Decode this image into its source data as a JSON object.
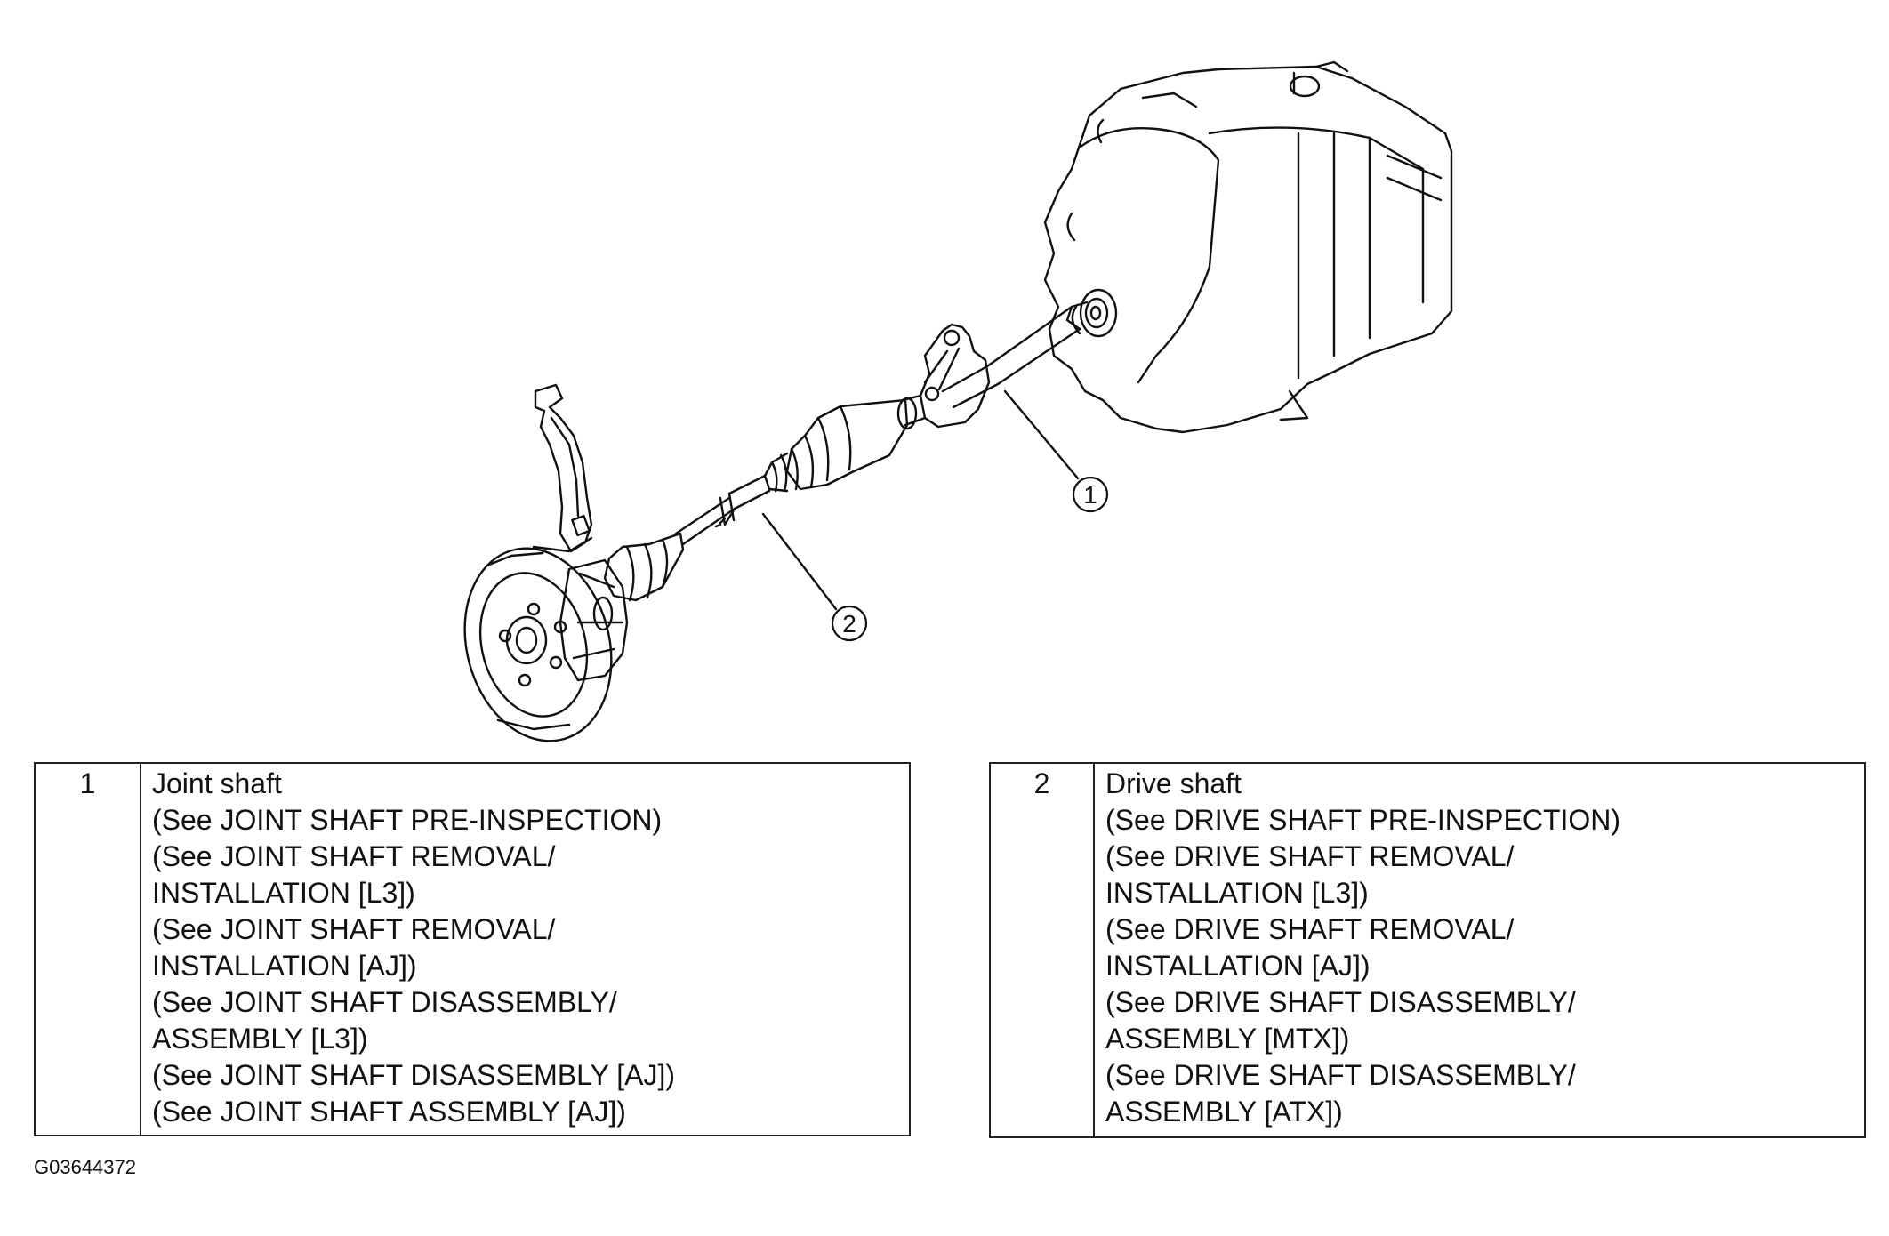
{
  "diagram": {
    "callouts": [
      {
        "number": "1",
        "part": "Joint shaft"
      },
      {
        "number": "2",
        "part": "Drive shaft"
      }
    ]
  },
  "legend": [
    {
      "number": "1",
      "lines": [
        "Joint shaft",
        "(See JOINT SHAFT PRE-INSPECTION)",
        "(See JOINT SHAFT REMOVAL/",
        "INSTALLATION [L3])",
        "(See JOINT SHAFT REMOVAL/",
        "INSTALLATION [AJ])",
        "(See JOINT SHAFT DISASSEMBLY/",
        "ASSEMBLY [L3])",
        "(See JOINT SHAFT DISASSEMBLY [AJ])",
        "(See JOINT SHAFT ASSEMBLY [AJ])"
      ]
    },
    {
      "number": "2",
      "lines": [
        "Drive shaft",
        "(See DRIVE SHAFT PRE-INSPECTION)",
        "(See DRIVE SHAFT REMOVAL/",
        "INSTALLATION [L3])",
        "(See DRIVE SHAFT REMOVAL/",
        "INSTALLATION [AJ])",
        "(See DRIVE SHAFT DISASSEMBLY/",
        "ASSEMBLY [MTX])",
        "(See DRIVE SHAFT DISASSEMBLY/",
        "ASSEMBLY [ATX])"
      ]
    }
  ],
  "figure_code": "G03644372"
}
